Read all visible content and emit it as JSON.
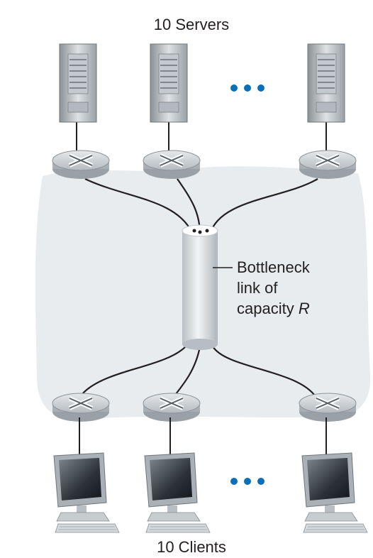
{
  "diagram": {
    "servers_label": "10 Servers",
    "clients_label": "10 Clients",
    "bottleneck": {
      "line1": "Bottleneck",
      "line2": "link of",
      "line3_prefix": "capacity ",
      "line3_var": "R"
    },
    "ellipsis_color": "#0a6fb8",
    "cloud_color": "#e8ecee",
    "router_color": "#c9ced2"
  }
}
